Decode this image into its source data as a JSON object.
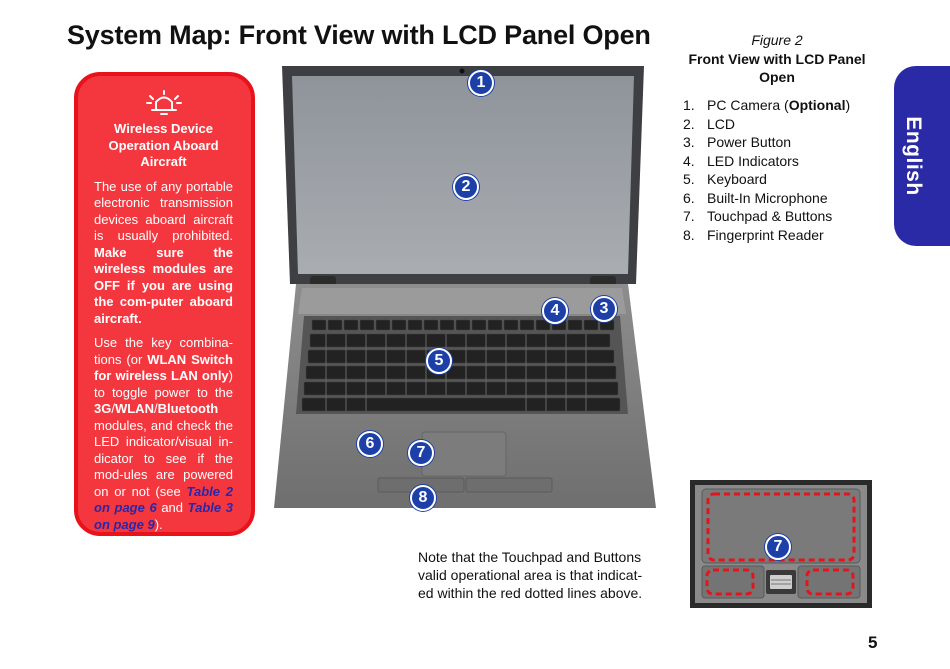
{
  "page": {
    "title": "System Map: Front View with LCD Panel Open",
    "number": "5",
    "tab_label": "English"
  },
  "warning": {
    "icon": "airplane-no-wireless-icon",
    "heading": "Wireless Device Operation Aboard Aircraft",
    "p1_text": "The use of any portable electronic transmission devices aboard aircraft is usually prohibited. ",
    "p1_bold": "Make sure the wireless modules are OFF if you are using the com-puter aboard aircraft.",
    "p2_a": "Use the key combina-tions (or ",
    "p2_b": "WLAN Switch for wireless LAN only",
    "p2_c": ") to toggle power to the ",
    "p2_d": "3G",
    "p2_e": "/",
    "p2_f": "WLAN",
    "p2_g": "/",
    "p2_h": "Bluetooth",
    "p2_i": " modules, and check the LED indicator/visual in-dicator to see if the mod-ules are powered on or not (see ",
    "p2_ref1": "Table 2 on page 6",
    "p2_j": " and ",
    "p2_ref2": "Table 3 on page 9",
    "p2_k": ").",
    "colors": {
      "fill": "#f4373e",
      "border": "#e8121a",
      "ref_text": "#2a27a8"
    }
  },
  "figure": {
    "label": "Figure 2",
    "title": "Front View with LCD Panel Open",
    "items": [
      {
        "num": "1.",
        "text": "PC Camera (",
        "bold": "Optional",
        "after": ")"
      },
      {
        "num": "2.",
        "text": "LCD"
      },
      {
        "num": "3.",
        "text": "Power Button"
      },
      {
        "num": "4.",
        "text": "LED Indicators"
      },
      {
        "num": "5.",
        "text": "Keyboard"
      },
      {
        "num": "6.",
        "text": "Built-In Microphone"
      },
      {
        "num": "7.",
        "text": "Touchpad & Buttons"
      },
      {
        "num": "8.",
        "text": "Fingerprint Reader"
      }
    ],
    "callouts": [
      "1",
      "2",
      "3",
      "4",
      "5",
      "6",
      "7",
      "8"
    ],
    "touchpad_callout": "7",
    "callout_color": "#1d3fa8"
  },
  "note": "Note that the Touchpad and Buttons valid operational area is that indicat-ed within the red dotted lines above.",
  "tab": {
    "color": "#2b2aa6"
  }
}
